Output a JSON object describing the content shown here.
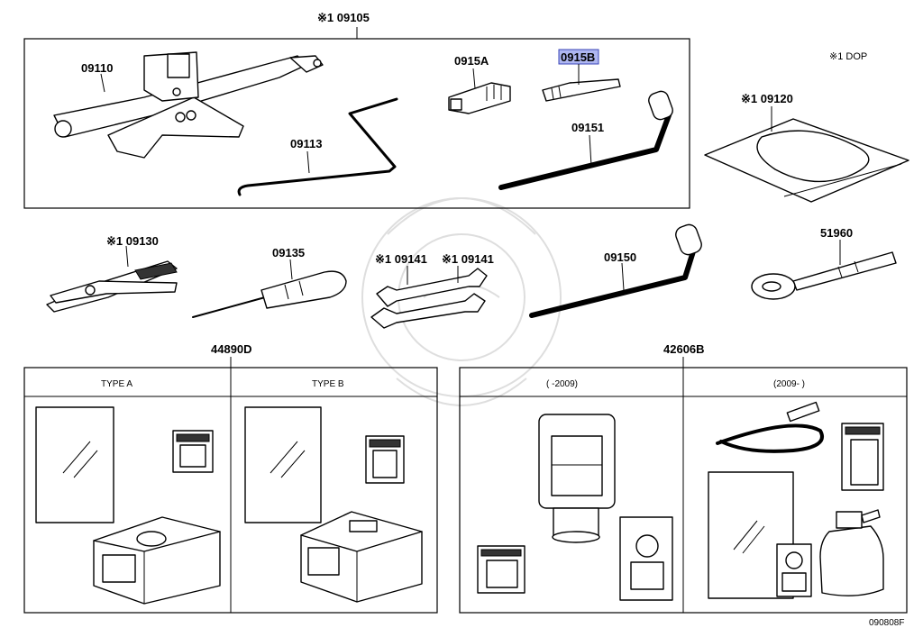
{
  "labels": {
    "top_group": "※1 09105",
    "jack": "09110",
    "jack_handle": "09113",
    "adapter_a": "0915A",
    "adapter_b": "0915B",
    "wrench_handle": "09151",
    "dop_note": "※1 DOP",
    "tool_bag": "※1 09120",
    "pliers": "※1 09130",
    "screwdriver": "09135",
    "spanner_1": "※1 09141",
    "spanner_2": "※1 09141",
    "lug_wrench": "09150",
    "tow_eye": "51960",
    "repair_kit_a": "44890D",
    "repair_kit_b": "42606B",
    "ref_code": "090808F"
  },
  "kit_left": {
    "col1": "TYPE A",
    "col2": "TYPE B"
  },
  "kit_right": {
    "col1": "(     -2009)",
    "col2": "(2009-     )"
  },
  "highlight_color": "#aeb6f0"
}
